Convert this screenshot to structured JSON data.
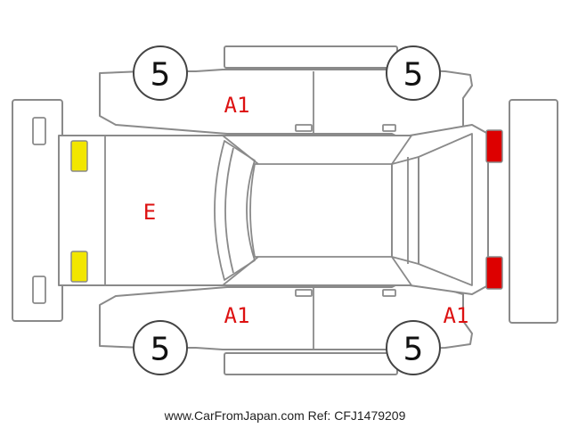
{
  "colors": {
    "outline": "#8a8a8a",
    "damage_mark": "#dd1111",
    "front_lamp": "#f2e600",
    "rear_lamp": "#dd0000",
    "wheel_text": "#111111"
  },
  "wheels": {
    "front_left": "5",
    "rear_left": "5",
    "front_right": "5",
    "rear_right": "5"
  },
  "damage_marks": {
    "top_front_door": "A1",
    "bottom_front_door": "A1",
    "bottom_rear": "A1",
    "hood": "E"
  },
  "footer": {
    "watermark": "www.CarFromJapan.com Ref: CFJ1479209"
  }
}
